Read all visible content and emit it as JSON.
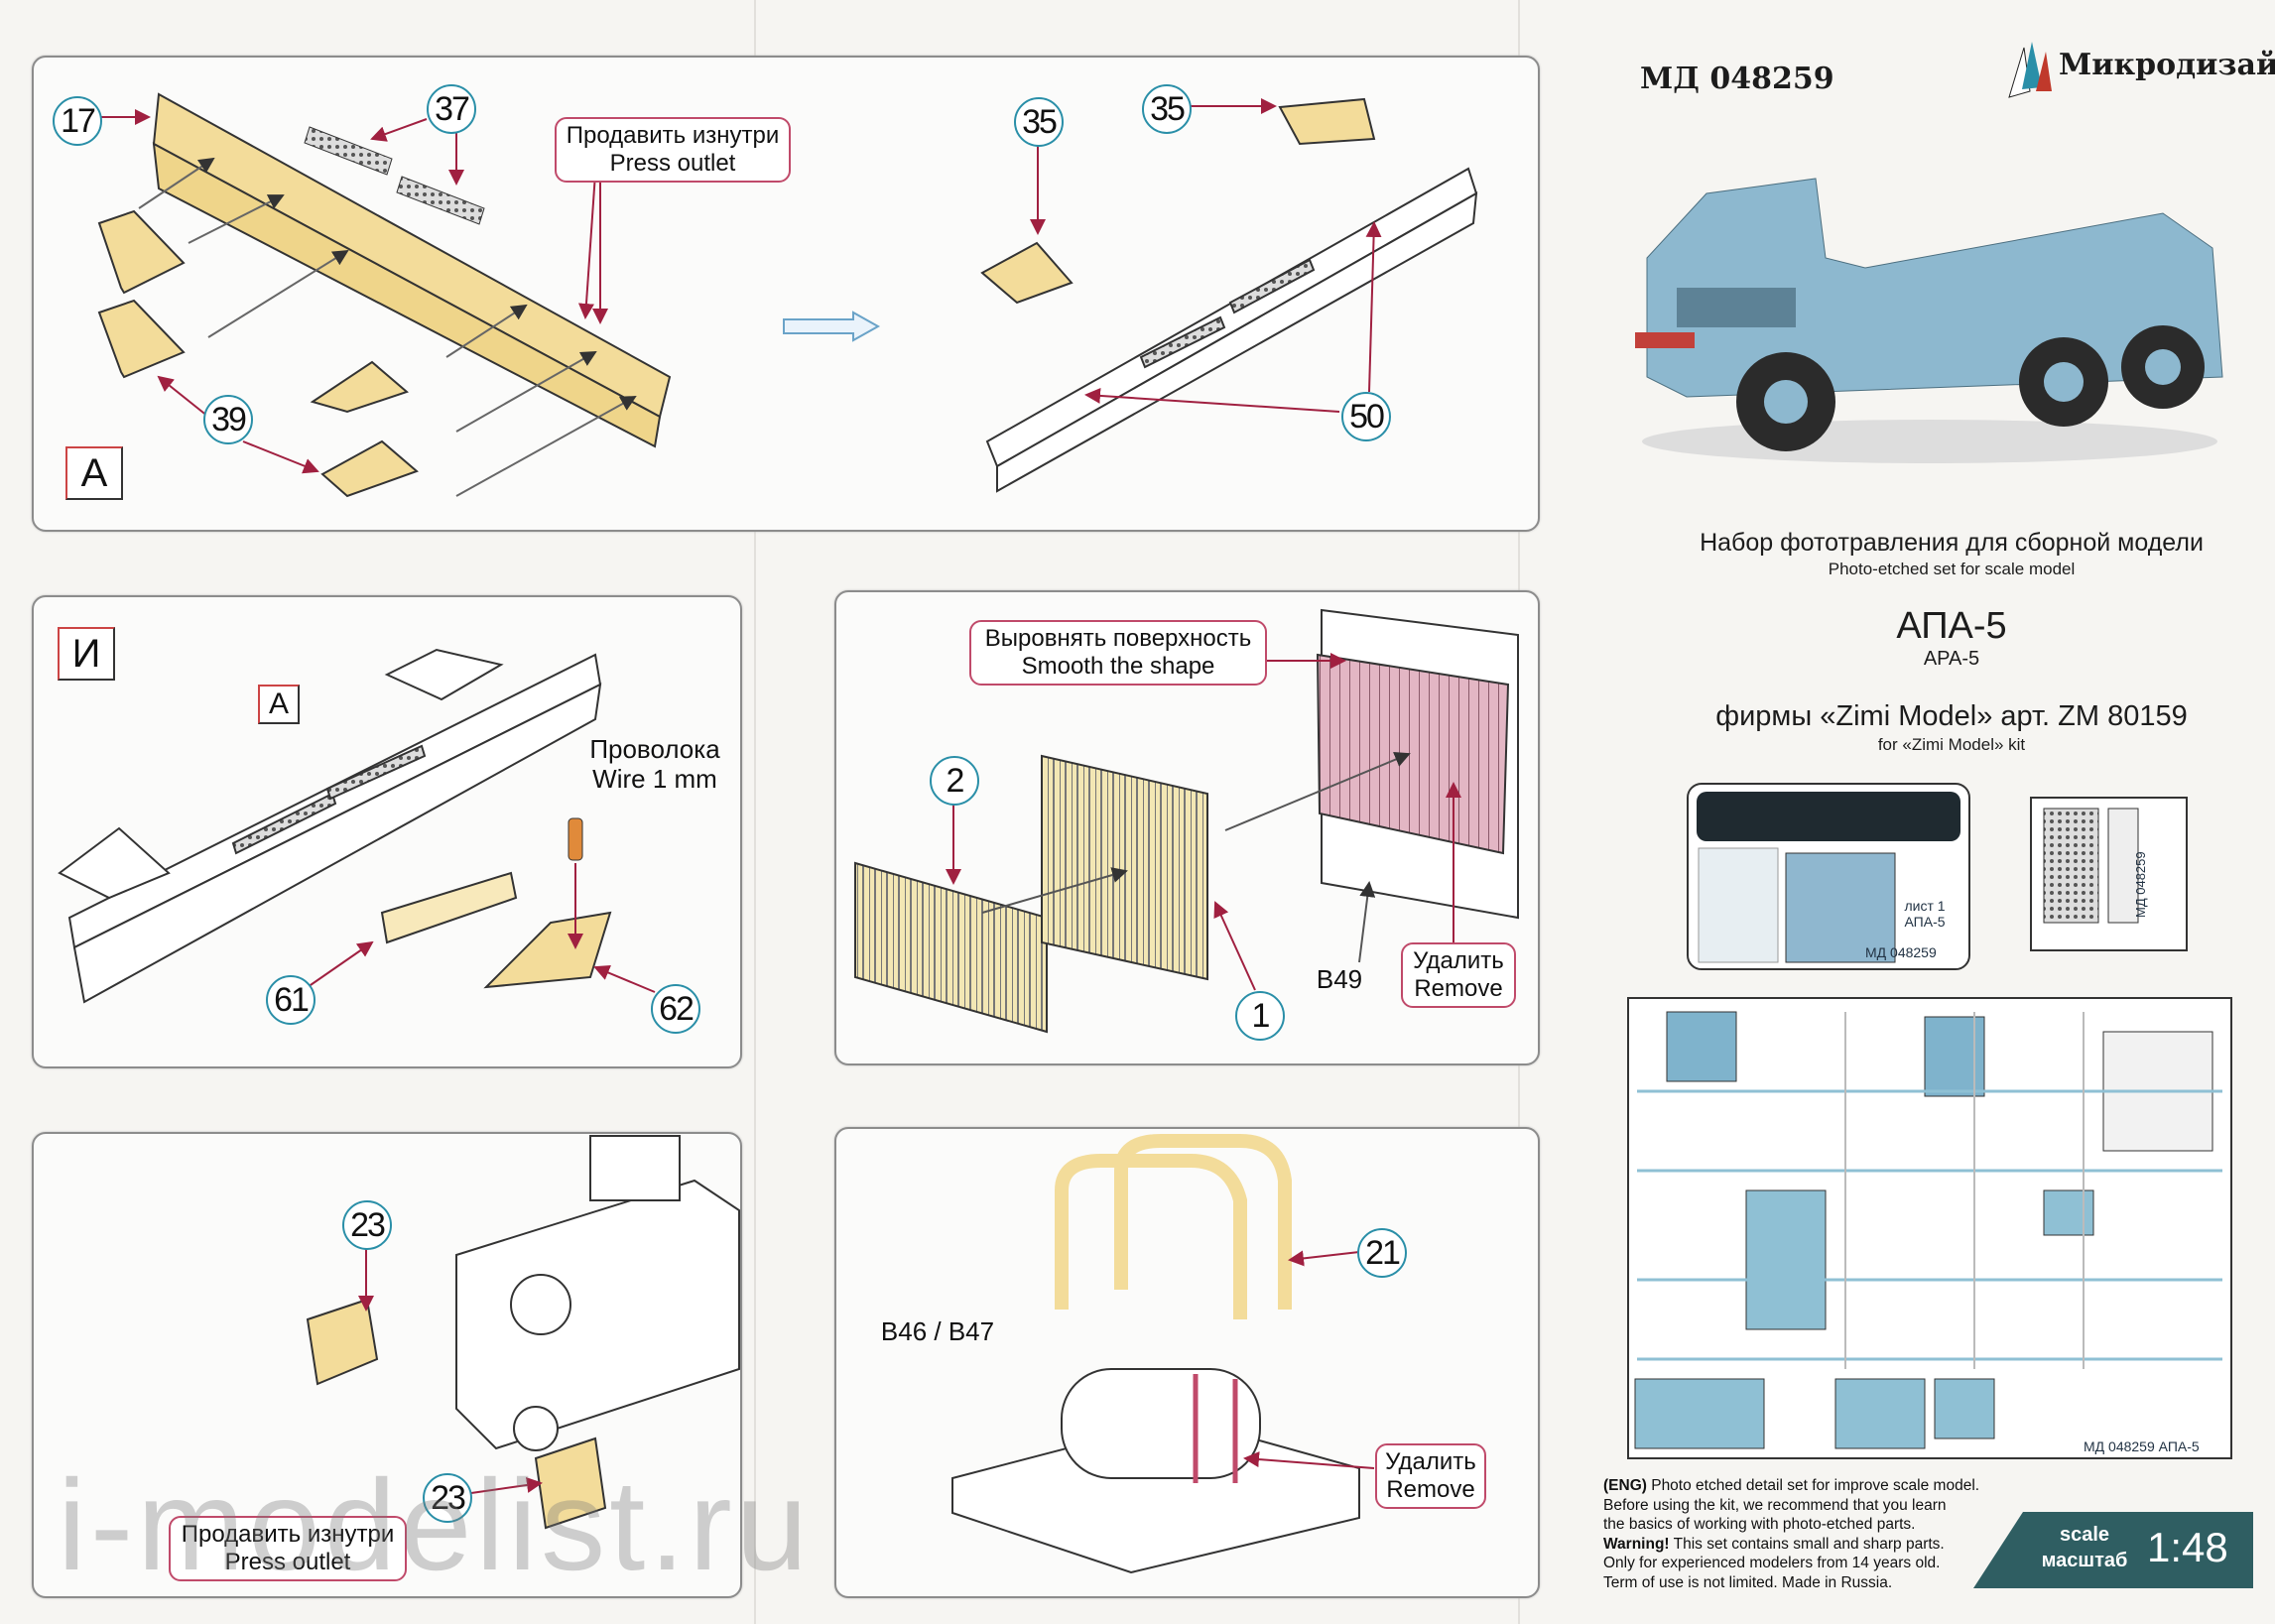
{
  "header": {
    "article": "МД 048259",
    "brand": "Микродизайн"
  },
  "title": {
    "ru": "Набор фототравления для сборной модели",
    "en": "Photo-etched set for scale model",
    "model_ru": "АПА-5",
    "model_en": "APA-5",
    "kit_ru": "фирмы «Zimi Model» арт. ZM 80159",
    "kit_en": "for «Zimi Model» kit"
  },
  "fret_small": {
    "sheet_label": "лист 1",
    "model": "АПА-5",
    "code": "МД 048259",
    "code2": "МД 048259"
  },
  "fret_main": {
    "footer": "МД 048259 АПА-5"
  },
  "notes": {
    "eng_tag": "(ENG)",
    "line1": " Photo etched detail set for improve scale model.",
    "line2": "Before using the kit, we recommend that you learn",
    "line3": "the basics of working with photo-etched parts.",
    "warning_tag": "Warning!",
    "line4": " This set contains small and sharp parts.",
    "line5": "Only for experienced modelers from 14 years old.",
    "line6": "Term of use is not limited. Made in Russia."
  },
  "scale": {
    "label_en": "scale",
    "label_ru": "масштаб",
    "value": "1:48",
    "color": "#2f5e62"
  },
  "colors": {
    "part_fill": "#f3dc9a",
    "callout_ring": "#2a8fa8",
    "note_border": "#c04a6a",
    "remove_fill": "#e3b6c4"
  },
  "steps": {
    "A": {
      "label": "A",
      "parts": [
        "17",
        "37",
        "39"
      ],
      "note_ru": "Продавить изнутри",
      "note_en": "Press outlet",
      "parts_right": [
        "35",
        "35",
        "50"
      ]
    },
    "I": {
      "label": "И",
      "ref": "A",
      "wire_ru": "Проволока",
      "wire_en": "Wire 1 mm",
      "parts": [
        "61",
        "62"
      ]
    },
    "radiator": {
      "note_ru": "Выровнять поверхность",
      "note_en": "Smooth the shape",
      "parts": [
        "2",
        "1"
      ],
      "kit_part": "B49",
      "remove_ru": "Удалить",
      "remove_en": "Remove"
    },
    "bracket": {
      "parts": [
        "23",
        "23"
      ],
      "note_ru": "Продавить изнутри",
      "note_en": "Press outlet"
    },
    "tank": {
      "parts": [
        "21"
      ],
      "kit_part": "B46 / B47",
      "remove_ru": "Удалить",
      "remove_en": "Remove"
    }
  },
  "watermark": "i-modelist.ru"
}
